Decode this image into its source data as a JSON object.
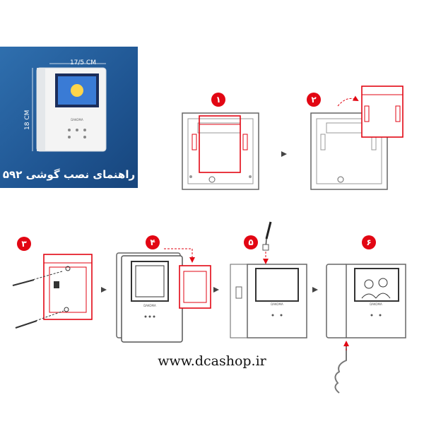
{
  "banner": {
    "title": "راهنمای نصب گوشی ۵۹۲",
    "width_label": "17/5 CM",
    "height_label": "18 CM",
    "brand_small": "DAKOMA"
  },
  "steps": [
    {
      "number": "۱"
    },
    {
      "number": "۲"
    },
    {
      "number": "۳"
    },
    {
      "number": "۴"
    },
    {
      "number": "۵"
    },
    {
      "number": "۶"
    }
  ],
  "website": "www.dcashop.ir",
  "colors": {
    "accent": "#e20613",
    "banner": "#1f5592",
    "line": "#555555"
  }
}
